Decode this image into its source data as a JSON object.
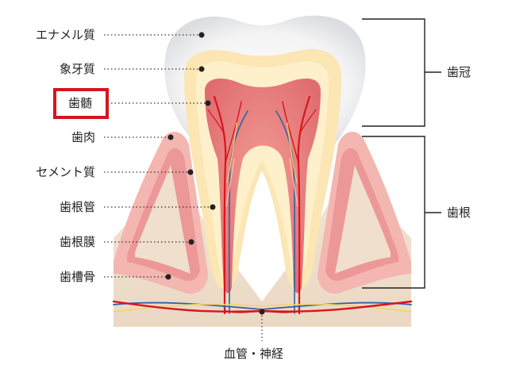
{
  "left_labels": [
    {
      "key": "enamel",
      "text": "エナメル質"
    },
    {
      "key": "dentin",
      "text": "象牙質"
    },
    {
      "key": "pulp",
      "text": "歯髄",
      "highlighted": true
    },
    {
      "key": "gum",
      "text": "歯肉"
    },
    {
      "key": "cementum",
      "text": "セメント質"
    },
    {
      "key": "root-canal",
      "text": "歯根管"
    },
    {
      "key": "periodontal-ligament",
      "text": "歯根膜"
    },
    {
      "key": "alveolar-bone",
      "text": "歯槽骨"
    }
  ],
  "right_labels": [
    {
      "key": "crown",
      "text": "歯冠"
    },
    {
      "key": "root",
      "text": "歯根"
    }
  ],
  "bottom_label": {
    "key": "vessels-nerves",
    "text": "血管・神経"
  },
  "colors": {
    "highlight_box": "#d3161d",
    "enamel": "#e9eaeb",
    "dentin": "#fae7b5",
    "pulp": "#e98080",
    "gum": "#f1a9a5",
    "bone": "#efdfcc",
    "artery": "#d9141c",
    "vein": "#2f62a6",
    "nerve": "#f2d46a"
  }
}
